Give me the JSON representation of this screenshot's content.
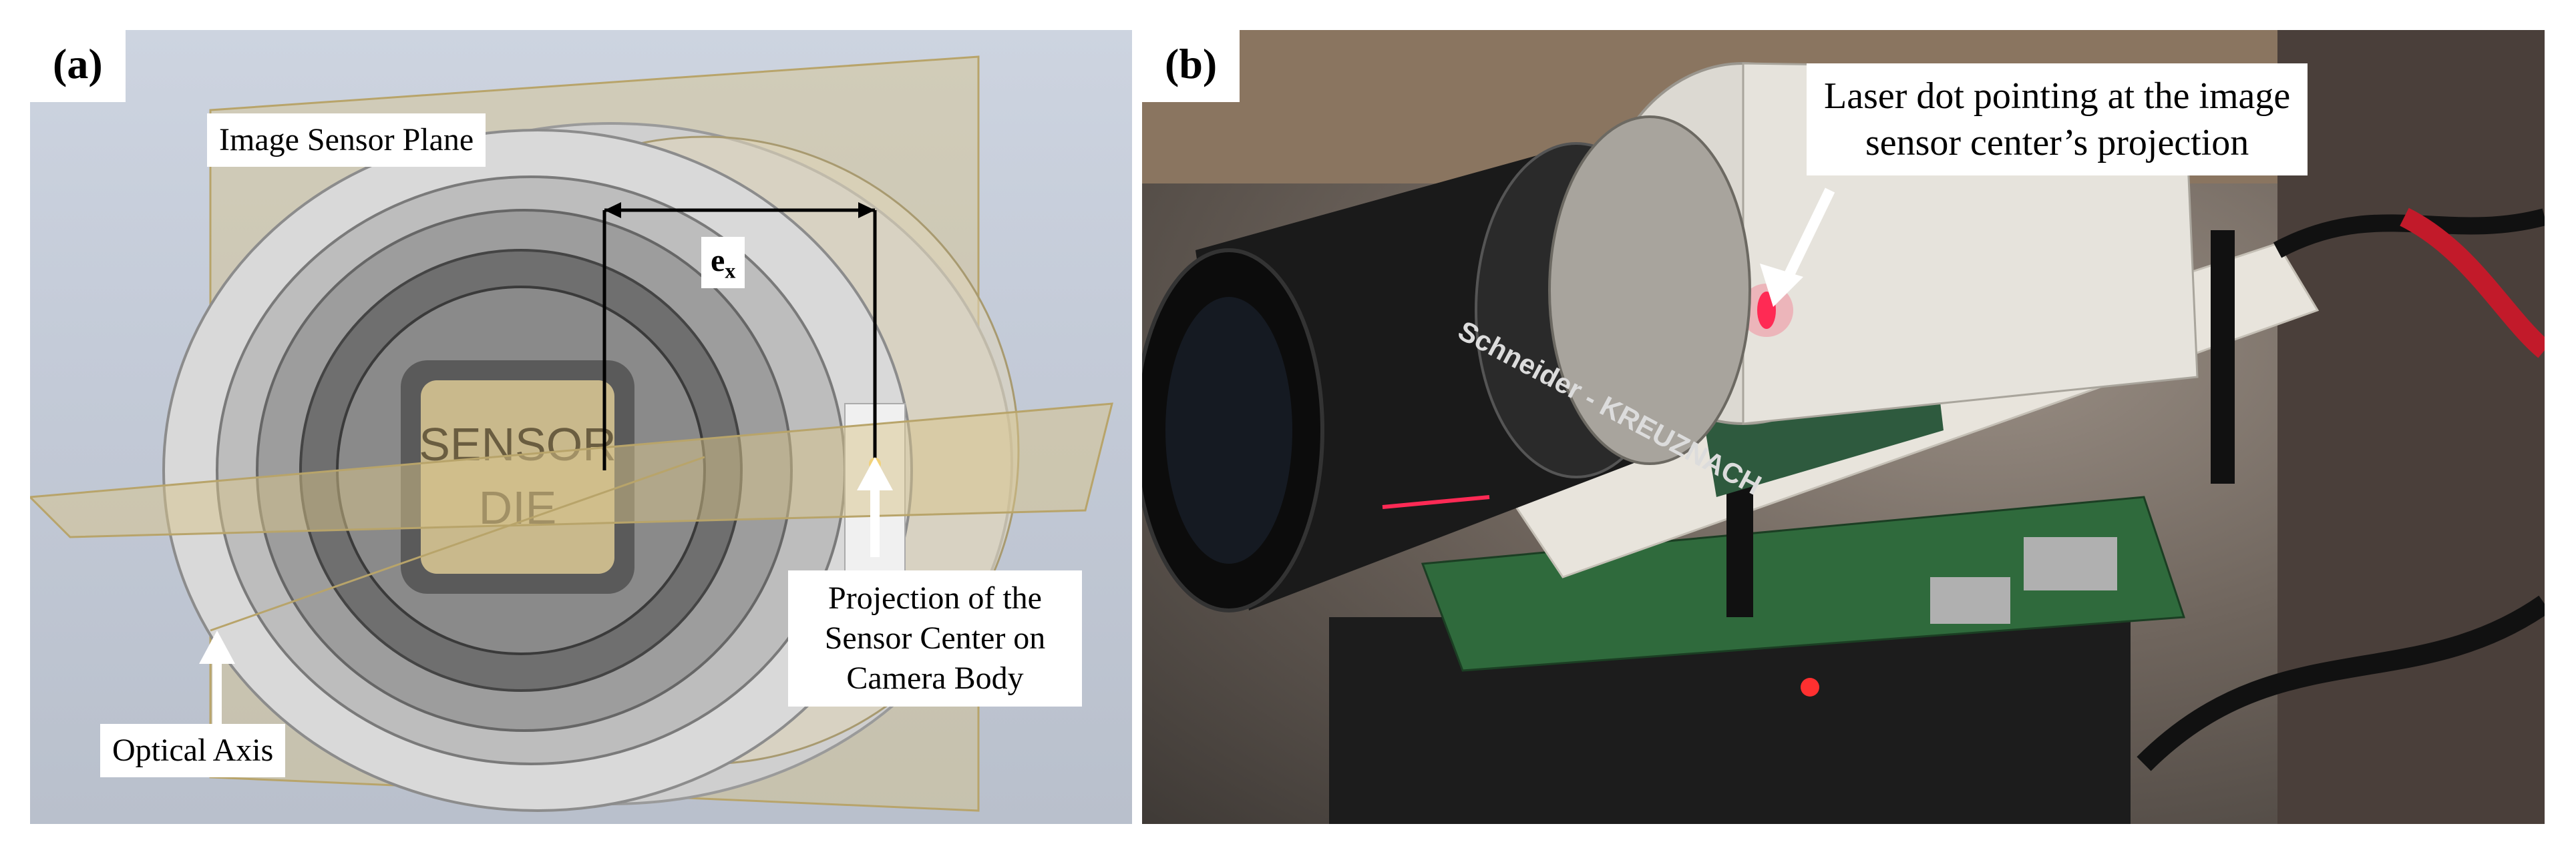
{
  "panel_a": {
    "label": "(a)",
    "image_sensor_plane": "Image Sensor Plane",
    "ex_main": "e",
    "ex_sub": "x",
    "sensor_die_line1": "SENSOR",
    "sensor_die_line2": "DIE",
    "projection_line1": "Projection of the",
    "projection_line2": "Sensor Center on",
    "projection_line3": "Camera Body",
    "optical_axis": "Optical Axis"
  },
  "panel_b": {
    "label": "(b)",
    "laser_line1": "Laser dot pointing at the image",
    "laser_line2": "sensor center’s projection",
    "lens_text": "Schneider - KREUZNACH"
  },
  "colors": {
    "plane_fill": "#d8c48a",
    "laser_red": "#ff2a55",
    "led_red": "#ff3030"
  }
}
